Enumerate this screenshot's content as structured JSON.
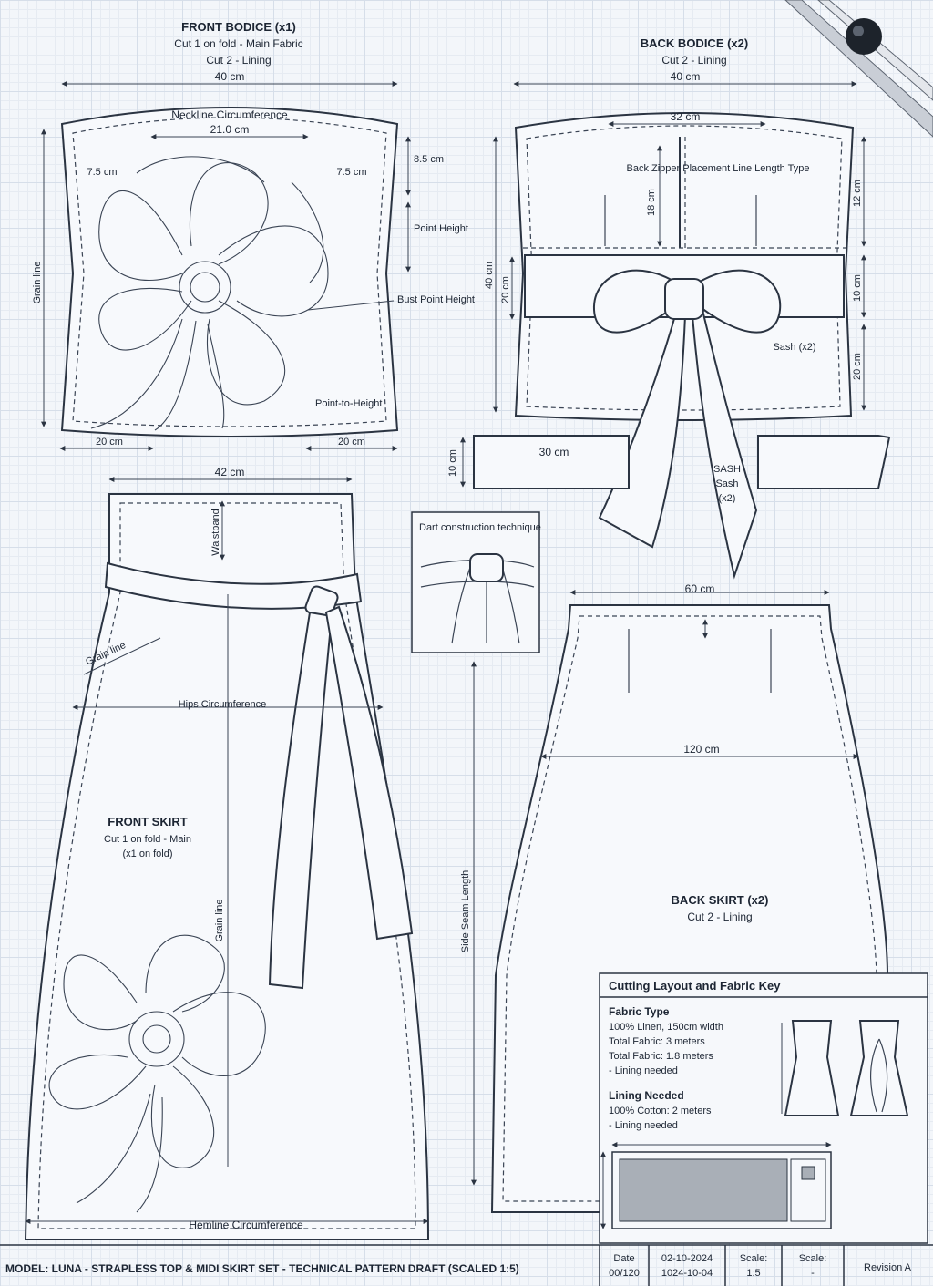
{
  "front_bodice": {
    "title": "FRONT BODICE (x1)",
    "cut1": "Cut 1 on fold - Main Fabric",
    "cut2": "Cut 2 - Lining",
    "width": "40 cm",
    "neckline": "Neckline Circumference",
    "neckline_value": "21.0 cm",
    "left_top": "7.5 cm",
    "right_top": "7.5 cm",
    "depth": "8.5 cm",
    "point_height": "Point Height",
    "bust_point": "Bust Point Height",
    "grain_line": "Grain line",
    "bottom_left": "20 cm",
    "bottom_right": "20 cm",
    "point_to_height": "Point-to-Height"
  },
  "back_bodice": {
    "title": "BACK BODICE (x2)",
    "cut": "Cut 2 - Lining",
    "width": "40 cm",
    "inner_width": "32 cm",
    "zipper_note": "Back Zipper Placement Line Length Type",
    "zipper_dim": "18 cm",
    "right_top": "12 cm",
    "right_mid": "10 cm",
    "right_bottom": "20 cm",
    "left_total": "40 cm",
    "left_mid": "20 cm",
    "sash": "Sash (x2)"
  },
  "sash_strip": {
    "height": "10 cm",
    "length": "30 cm",
    "label1": "SASH",
    "label2": "Sash",
    "label3": "(x2)"
  },
  "dart_box": {
    "title": "Dart construction technique"
  },
  "front_skirt": {
    "width": "42 cm",
    "waistband": "Waistband",
    "grain": "Grain line",
    "hips": "Hips Circumference",
    "title": "FRONT SKIRT",
    "cut": "Cut 1 on fold - Main",
    "cut2": "(x1 on fold)",
    "grain2": "Grain line",
    "hemline": "Hemline Circumference",
    "side_seam": "Side Seam Length"
  },
  "back_skirt": {
    "width": "60 cm",
    "hip": "120 cm",
    "title": "BACK SKIRT (x2)",
    "cut": "Cut 2 - Lining"
  },
  "legend": {
    "title": "Cutting Layout and Fabric Key",
    "fabric_type": "Fabric Type",
    "fabric_lines": [
      "100% Linen, 150cm width",
      "Total Fabric: 3 meters",
      "Total Fabric: 1.8 meters",
      "- Lining needed"
    ],
    "lining": "Lining Needed",
    "lining_lines": [
      "100% Cotton: 2 meters",
      "- Lining needed"
    ]
  },
  "footer": {
    "model": "MODEL: LUNA - STRAPLESS TOP & MIDI SKIRT SET - TECHNICAL PATTERN DRAFT (SCALED 1:5)",
    "c1a": "Date",
    "c1b": "00/120",
    "c2a": "02-10-2024",
    "c2b": "1024-10-04",
    "c3a": "Scale:",
    "c3b": "1:5",
    "c4a": "Scale:",
    "c4b": "-",
    "rev": "Revision A"
  },
  "colors": {
    "ink": "#2b3442",
    "paper": "#f3f6fa",
    "grid": "#d6dee9",
    "shade": "#a9afb7"
  }
}
